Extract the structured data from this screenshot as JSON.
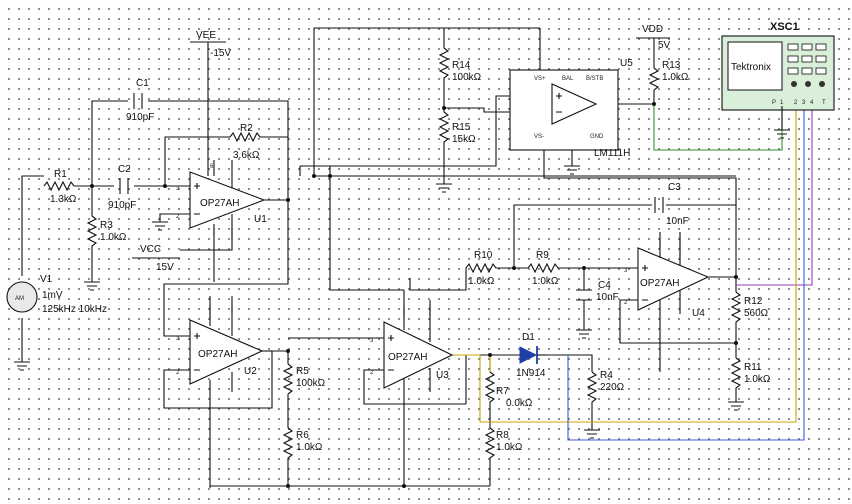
{
  "colors": {
    "wire": "#111111",
    "wire_green": "#2f8f2f",
    "wire_purple": "#9b3fb5",
    "wire_yellow": "#c8a400",
    "wire_blue": "#3a5bd9",
    "dot": "#7d7d7d",
    "scope_body": "#d9efd9",
    "scope_border": "#111111",
    "diode_fill": "#1f3fa8",
    "source_fill": "#e9e9e9"
  },
  "supplies": {
    "vee": {
      "name": "VEE",
      "value": "-15V"
    },
    "vcc": {
      "name": "VCC",
      "value": "15V"
    },
    "vdd": {
      "name": "VDD",
      "value": "5V"
    }
  },
  "source": {
    "name": "V1",
    "line1": "1mV",
    "line2": "125kHz 10kHz",
    "symbol": "AM"
  },
  "resistors": [
    {
      "id": "r1",
      "name": "R1",
      "value": "1.3kΩ"
    },
    {
      "id": "r2",
      "name": "R2",
      "value": "3.6kΩ"
    },
    {
      "id": "r3",
      "name": "R3",
      "value": "1.0kΩ"
    },
    {
      "id": "r4",
      "name": "R4",
      "value": "220Ω"
    },
    {
      "id": "r5",
      "name": "R5",
      "value": "100kΩ"
    },
    {
      "id": "r6",
      "name": "R6",
      "value": "1.0kΩ"
    },
    {
      "id": "r7",
      "name": "R7",
      "value": "0.0kΩ"
    },
    {
      "id": "r8",
      "name": "R8",
      "value": "1.0kΩ"
    },
    {
      "id": "r9",
      "name": "R9",
      "value": "1.0kΩ"
    },
    {
      "id": "r10",
      "name": "R10",
      "value": "1.0kΩ"
    },
    {
      "id": "r11",
      "name": "R11",
      "value": "1.0kΩ"
    },
    {
      "id": "r12",
      "name": "R12",
      "value": "560Ω"
    },
    {
      "id": "r13",
      "name": "R13",
      "value": "1.0kΩ"
    },
    {
      "id": "r14",
      "name": "R14",
      "value": "100kΩ"
    },
    {
      "id": "r15",
      "name": "R15",
      "value": "15kΩ"
    }
  ],
  "capacitors": [
    {
      "id": "c1",
      "name": "C1",
      "value": "910pF"
    },
    {
      "id": "c2",
      "name": "C2",
      "value": "910pF"
    },
    {
      "id": "c3",
      "name": "C3",
      "value": "10nF"
    },
    {
      "id": "c4",
      "name": "C4",
      "value": "10nF"
    }
  ],
  "opamps": [
    {
      "id": "u1",
      "name": "U1",
      "part": "OP27AH"
    },
    {
      "id": "u2",
      "name": "U2",
      "part": "OP27AH"
    },
    {
      "id": "u3",
      "name": "U3",
      "part": "OP27AH"
    },
    {
      "id": "u4",
      "name": "U4",
      "part": "OP27AH"
    }
  ],
  "comparator": {
    "name": "U5",
    "part": "LM111H",
    "pin_bal": "BAL",
    "pin_bstb": "B/STB",
    "pin_gnd": "GND",
    "pin_vs_pos": "VS+",
    "pin_vs_neg": "VS-"
  },
  "diode": {
    "name": "D1",
    "part": "1N914"
  },
  "scope": {
    "name": "XSC1",
    "brand": "Tektronix",
    "pins": [
      "P",
      "1",
      "2",
      "3",
      "4",
      "T"
    ]
  }
}
